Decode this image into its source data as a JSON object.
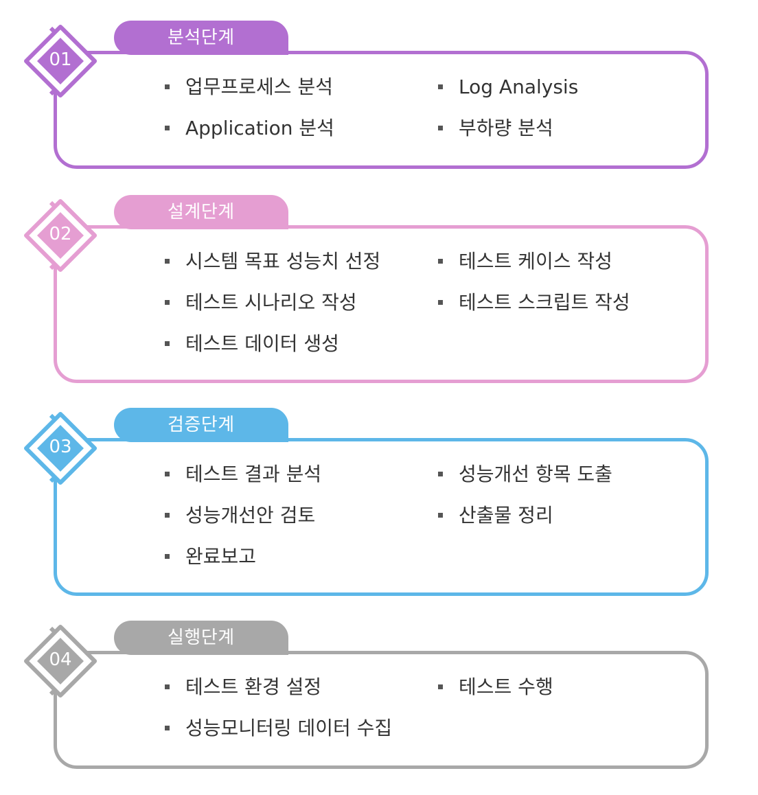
{
  "stages": [
    {
      "number": "01",
      "title": "분석단계",
      "color": "#b26fd1",
      "items": [
        "업무프로세스 분석",
        "Log Analysis",
        "Application 분석",
        "부하량 분석"
      ]
    },
    {
      "number": "02",
      "title": "설계단계",
      "color": "#e59ed2",
      "items": [
        "시스템 목표 성능치 선정",
        "테스트 케이스 작성",
        "테스트 시나리오 작성",
        "테스트 스크립트 작성",
        "테스트 데이터 생성"
      ]
    },
    {
      "number": "03",
      "title": "검증단계",
      "color": "#5db7e8",
      "items": [
        "테스트 결과 분석",
        "성능개선 항목 도출",
        "성능개선안 검토",
        "산출물 정리",
        "완료보고"
      ]
    },
    {
      "number": "04",
      "title": "실행단계",
      "color": "#a8a8a8",
      "items": [
        "테스트 환경 설정",
        "테스트 수행",
        "성능모니터링 데이터 수집"
      ]
    }
  ]
}
